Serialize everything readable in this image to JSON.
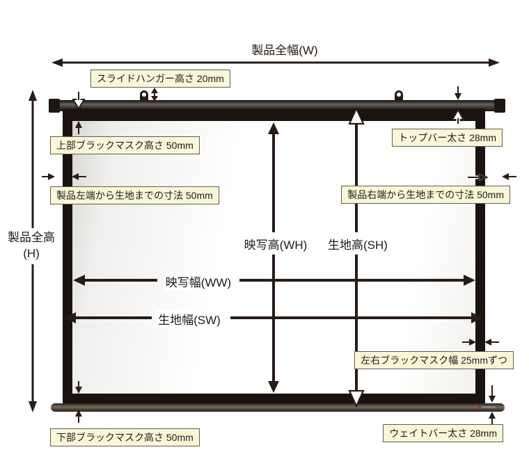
{
  "title": "製品全幅(W)",
  "colors": {
    "line": "#271c17",
    "label_box_bg": "#faf6d8",
    "label_box_border": "#5f5c50",
    "frame_black": "#1b1310",
    "fabric_white": "#ffffff",
    "bar_dark": "#17120f",
    "brand_red": "#b03028"
  },
  "labels": {
    "slide_hanger": "スライドハンガー高さ 20mm",
    "top_black_mask": "上部ブラックマスク高さ 50mm",
    "left_edge_to_fabric": "製品左端から生地までの寸法 50mm",
    "top_bar_thickness": "トップバー太さ 28mm",
    "right_edge_to_fabric": "製品右端から生地までの寸法 50mm",
    "product_height_line1": "製品全高",
    "product_height_line2": "(H)",
    "projection_height": "映写高(WH)",
    "fabric_height": "生地高(SH)",
    "projection_width": "映写幅(WW)",
    "fabric_width": "生地幅(SW)",
    "lr_black_mask": "左右ブラックマスク幅 25mmずつ",
    "bottom_black_mask": "下部ブラックマスク高さ 50mm",
    "weight_bar_thickness": "ウェイトバー太さ 28mm"
  }
}
